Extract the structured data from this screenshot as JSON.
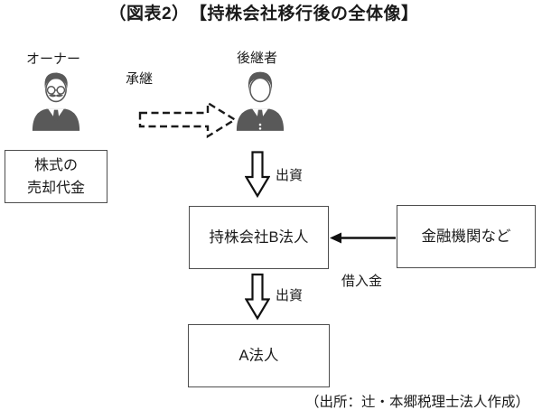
{
  "title": "（図表2）　【持株会社移行後の全体像】",
  "actors": {
    "owner": {
      "label": "オーナー",
      "icon": "owner-person-icon"
    },
    "successor": {
      "label": "後継者",
      "icon": "successor-person-icon"
    }
  },
  "boxes": {
    "sale_proceeds": {
      "line1": "株式の",
      "line2": "売却代金"
    },
    "holding_company": {
      "label": "持株会社B法人"
    },
    "financial_institution": {
      "label": "金融機関など"
    },
    "company_a": {
      "label": "A法人"
    }
  },
  "arrows": {
    "succession": {
      "label": "承継",
      "style": "dashed-outline-block-arrow-right"
    },
    "investment_1": {
      "label": "出資",
      "style": "outline-block-arrow-down"
    },
    "investment_2": {
      "label": "出資",
      "style": "outline-block-arrow-down"
    },
    "loan": {
      "label": "借入金",
      "style": "solid-arrow-left"
    }
  },
  "source": "（出所：辻・本郷税理士法人作成）",
  "colors": {
    "ink": "#1a1a1a",
    "box_border": "#4d4d4d",
    "icon_gray": "#595959",
    "background": "#ffffff"
  }
}
